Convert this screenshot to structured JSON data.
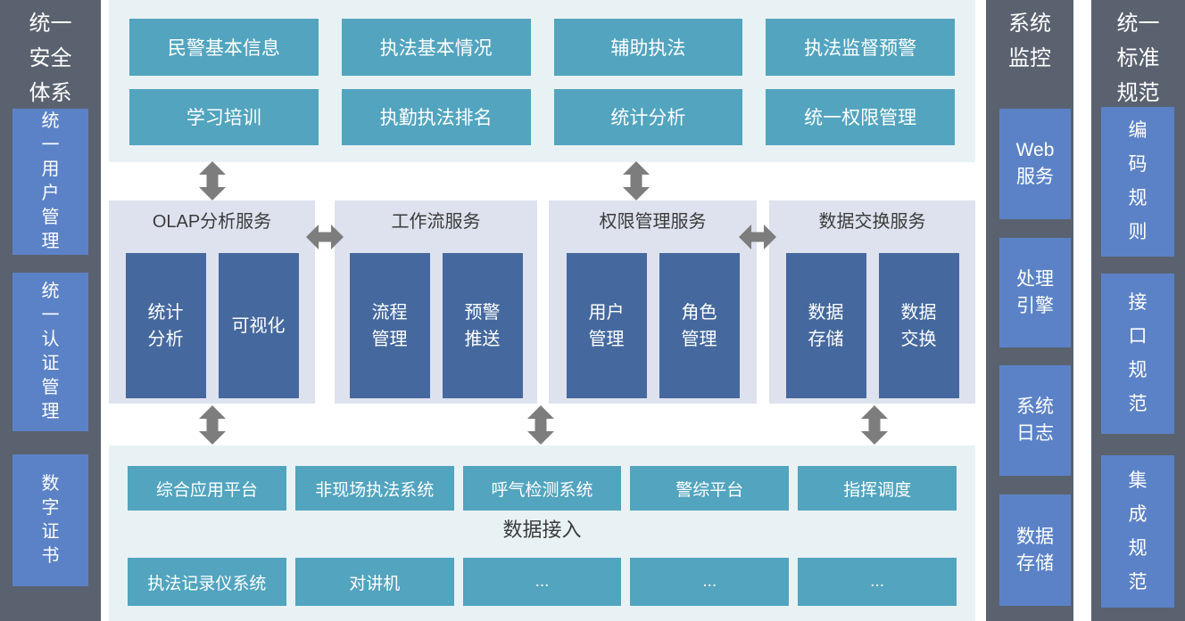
{
  "colors": {
    "sidebar_bg": "#5a6270",
    "sidebar_item_blue": "#5b82c6",
    "section_bg": "#e8f2f5",
    "teal_box": "#52a4bf",
    "service_panel_bg": "#dee2ee",
    "service_inner_box": "#45699e",
    "arrow": "#7d7d7d",
    "dark_text": "#3b3b3b"
  },
  "left_sidebar": {
    "title": "统一\n安全\n体系",
    "items": [
      {
        "label": "统\n一\n用\n户\n管\n理"
      },
      {
        "label": "统\n一\n认\n证\n管\n理"
      },
      {
        "label": "数\n字\n证\n书"
      }
    ]
  },
  "top_section": {
    "row1": [
      "民警基本信息",
      "执法基本情况",
      "辅助执法",
      "执法监督预警"
    ],
    "row2": [
      "学习培训",
      "执勤执法排名",
      "统计分析",
      "统一权限管理"
    ]
  },
  "middle_section": {
    "services": [
      {
        "title": "OLAP分析服务",
        "items": [
          "统计\n分析",
          "可视化"
        ]
      },
      {
        "title": "工作流服务",
        "items": [
          "流程\n管理",
          "预警\n推送"
        ]
      },
      {
        "title": "权限管理服务",
        "items": [
          "用户\n管理",
          "角色\n管理"
        ]
      },
      {
        "title": "数据交换服务",
        "items": [
          "数据\n存储",
          "数据\n交换"
        ]
      }
    ]
  },
  "bottom_section": {
    "row1": [
      "综合应用平台",
      "非现场执法系统",
      "呼气检测系统",
      "警综平台",
      "指挥调度"
    ],
    "label": "数据接入",
    "row2": [
      "执法记录仪系统",
      "对讲机",
      "...",
      "...",
      "..."
    ]
  },
  "monitor_sidebar": {
    "title": "系统\n监控",
    "items": [
      {
        "label": "Web\n服务"
      },
      {
        "label": "处理\n引擎"
      },
      {
        "label": "系统\n日志"
      },
      {
        "label": "数据\n存储"
      }
    ]
  },
  "standards_sidebar": {
    "title": "统一\n标准\n规范",
    "items": [
      {
        "label": "编\n码\n规\n则"
      },
      {
        "label": "接\n口\n规\n范"
      },
      {
        "label": "集\n成\n规\n范"
      }
    ]
  }
}
